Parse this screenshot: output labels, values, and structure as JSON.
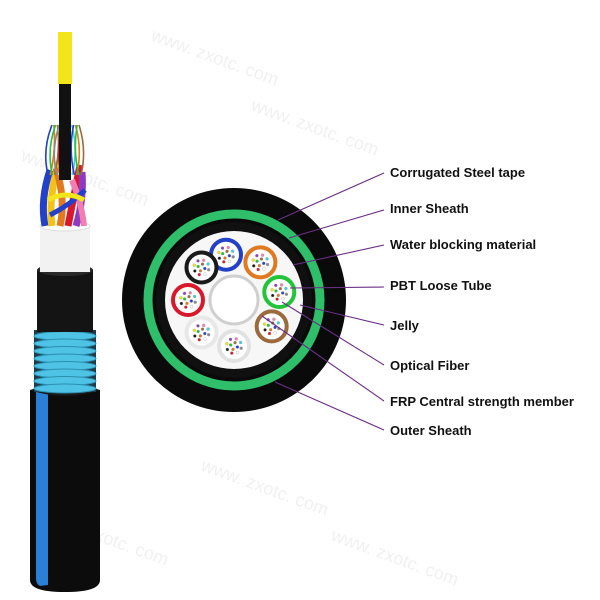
{
  "labels": {
    "corrugated_steel_tape": "Corrugated Steel tape",
    "inner_sheath": "Inner Sheath",
    "water_blocking_material": "Water blocking material",
    "pbt_loose_tube": "PBT Loose Tube",
    "jelly": "Jelly",
    "optical_fiber": "Optical Fiber",
    "frp_central_strength_member": "FRP Central strength member",
    "outer_sheath": "Outer Sheath"
  },
  "watermark": "www. zxotc. com",
  "colors": {
    "outer_sheath": "#0a0a0a",
    "steel_tape": "#2fbf6a",
    "inner_sheath": "#101010",
    "core_fill": "#f7f7f7",
    "leader_line": "#6a2f86",
    "cable_blue": "#2a7fd6",
    "armor_cyan": "#4fc3e6"
  },
  "loose_tubes": [
    {
      "name": "blue",
      "color": "#2340c9"
    },
    {
      "name": "orange",
      "color": "#e07a20"
    },
    {
      "name": "green",
      "color": "#23c43a"
    },
    {
      "name": "brown",
      "color": "#9b6a3e"
    },
    {
      "name": "white",
      "color": "#e2e2e2"
    },
    {
      "name": "white-2",
      "color": "#e8e8e8"
    },
    {
      "name": "red",
      "color": "#d8192b"
    },
    {
      "name": "black",
      "color": "#1a1a1a"
    }
  ],
  "fiber_colors": [
    "#2340c9",
    "#e07a20",
    "#23c43a",
    "#9b6a3e",
    "#8a8a8a",
    "#ffffff",
    "#d8192b",
    "#1a1a1a",
    "#f2e51a",
    "#8e3bbf",
    "#f07fb0",
    "#3fd0e0"
  ]
}
